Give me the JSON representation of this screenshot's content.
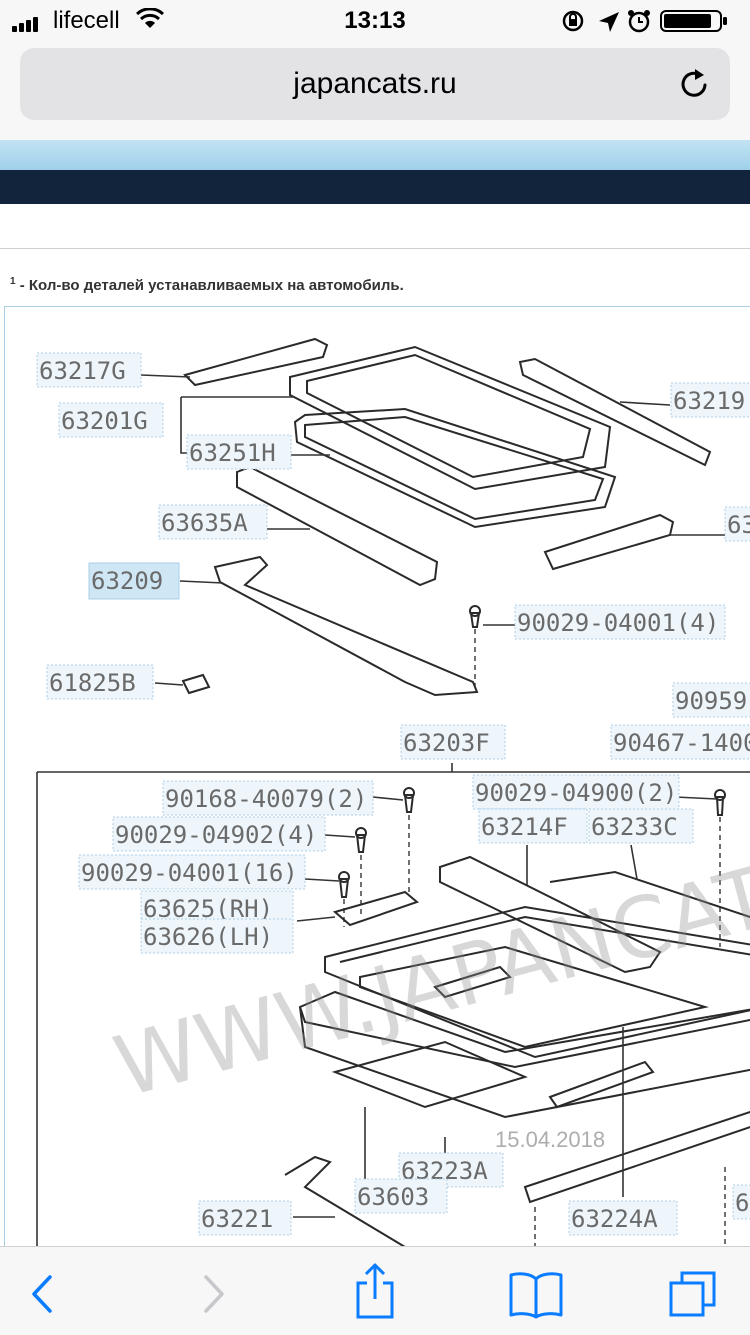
{
  "status": {
    "carrier": "lifecell",
    "time": "13:13"
  },
  "browser": {
    "url": "japancats.ru"
  },
  "page": {
    "footnote_sup": "1",
    "footnote_text": " - Кол-во деталей устанавливаемых на автомобиль."
  },
  "diagram": {
    "parts": [
      {
        "label": "63217G"
      },
      {
        "label": "63201G"
      },
      {
        "label": "63251H"
      },
      {
        "label": "63219"
      },
      {
        "label": "63635A"
      },
      {
        "label": "63"
      },
      {
        "label": "63209"
      },
      {
        "label": "90029-04001(4)"
      },
      {
        "label": "61825B"
      },
      {
        "label": "90959"
      },
      {
        "label": "63203F"
      },
      {
        "label": "90467-1400"
      },
      {
        "label": "90168-40079(2)"
      },
      {
        "label": "90029-04900(2)"
      },
      {
        "label": "90029-04902(4)"
      },
      {
        "label": "63214F"
      },
      {
        "label": "63233C"
      },
      {
        "label": "90029-04001(16)"
      },
      {
        "label": "63625(RH)"
      },
      {
        "label": "63626(LH)"
      },
      {
        "label": "63223A"
      },
      {
        "label": "63603"
      },
      {
        "label": "63221"
      },
      {
        "label": "63224A"
      },
      {
        "label": "6"
      }
    ],
    "watermark": "WWW.JAPANCATS",
    "date_stamp": "15.04.2018"
  },
  "colors": {
    "label_bg": "#eef6fb",
    "label_border": "#a9cfe6",
    "label_text": "#6a6a6a",
    "site_header_dark": "#12233c",
    "ios_blue": "#0a7cff"
  },
  "icons": [
    "signal-icon",
    "wifi-icon",
    "orientation-lock-icon",
    "location-icon",
    "alarm-icon",
    "battery-icon",
    "reload-icon",
    "back-icon",
    "forward-icon",
    "share-icon",
    "bookmarks-icon",
    "tabs-icon"
  ]
}
